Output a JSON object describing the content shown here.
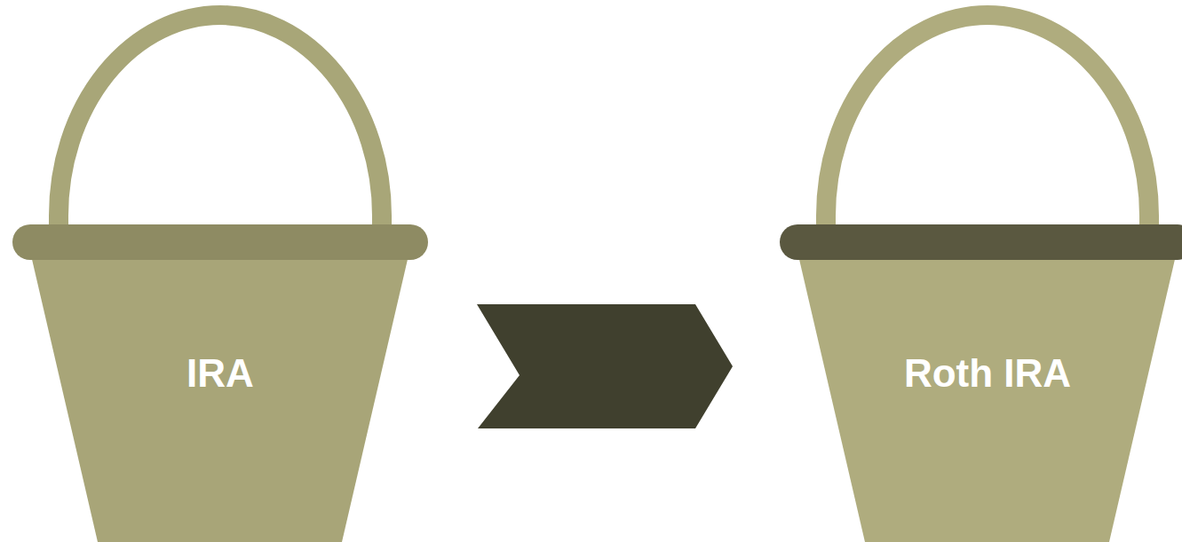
{
  "diagram": {
    "nodes": [
      {
        "text": [
          "IRA"
        ]
      },
      {
        "text": [
          "Roth IRA"
        ]
      }
    ],
    "edges": [
      {
        "from": 0,
        "to": 1,
        "arrow": "to"
      }
    ]
  }
}
